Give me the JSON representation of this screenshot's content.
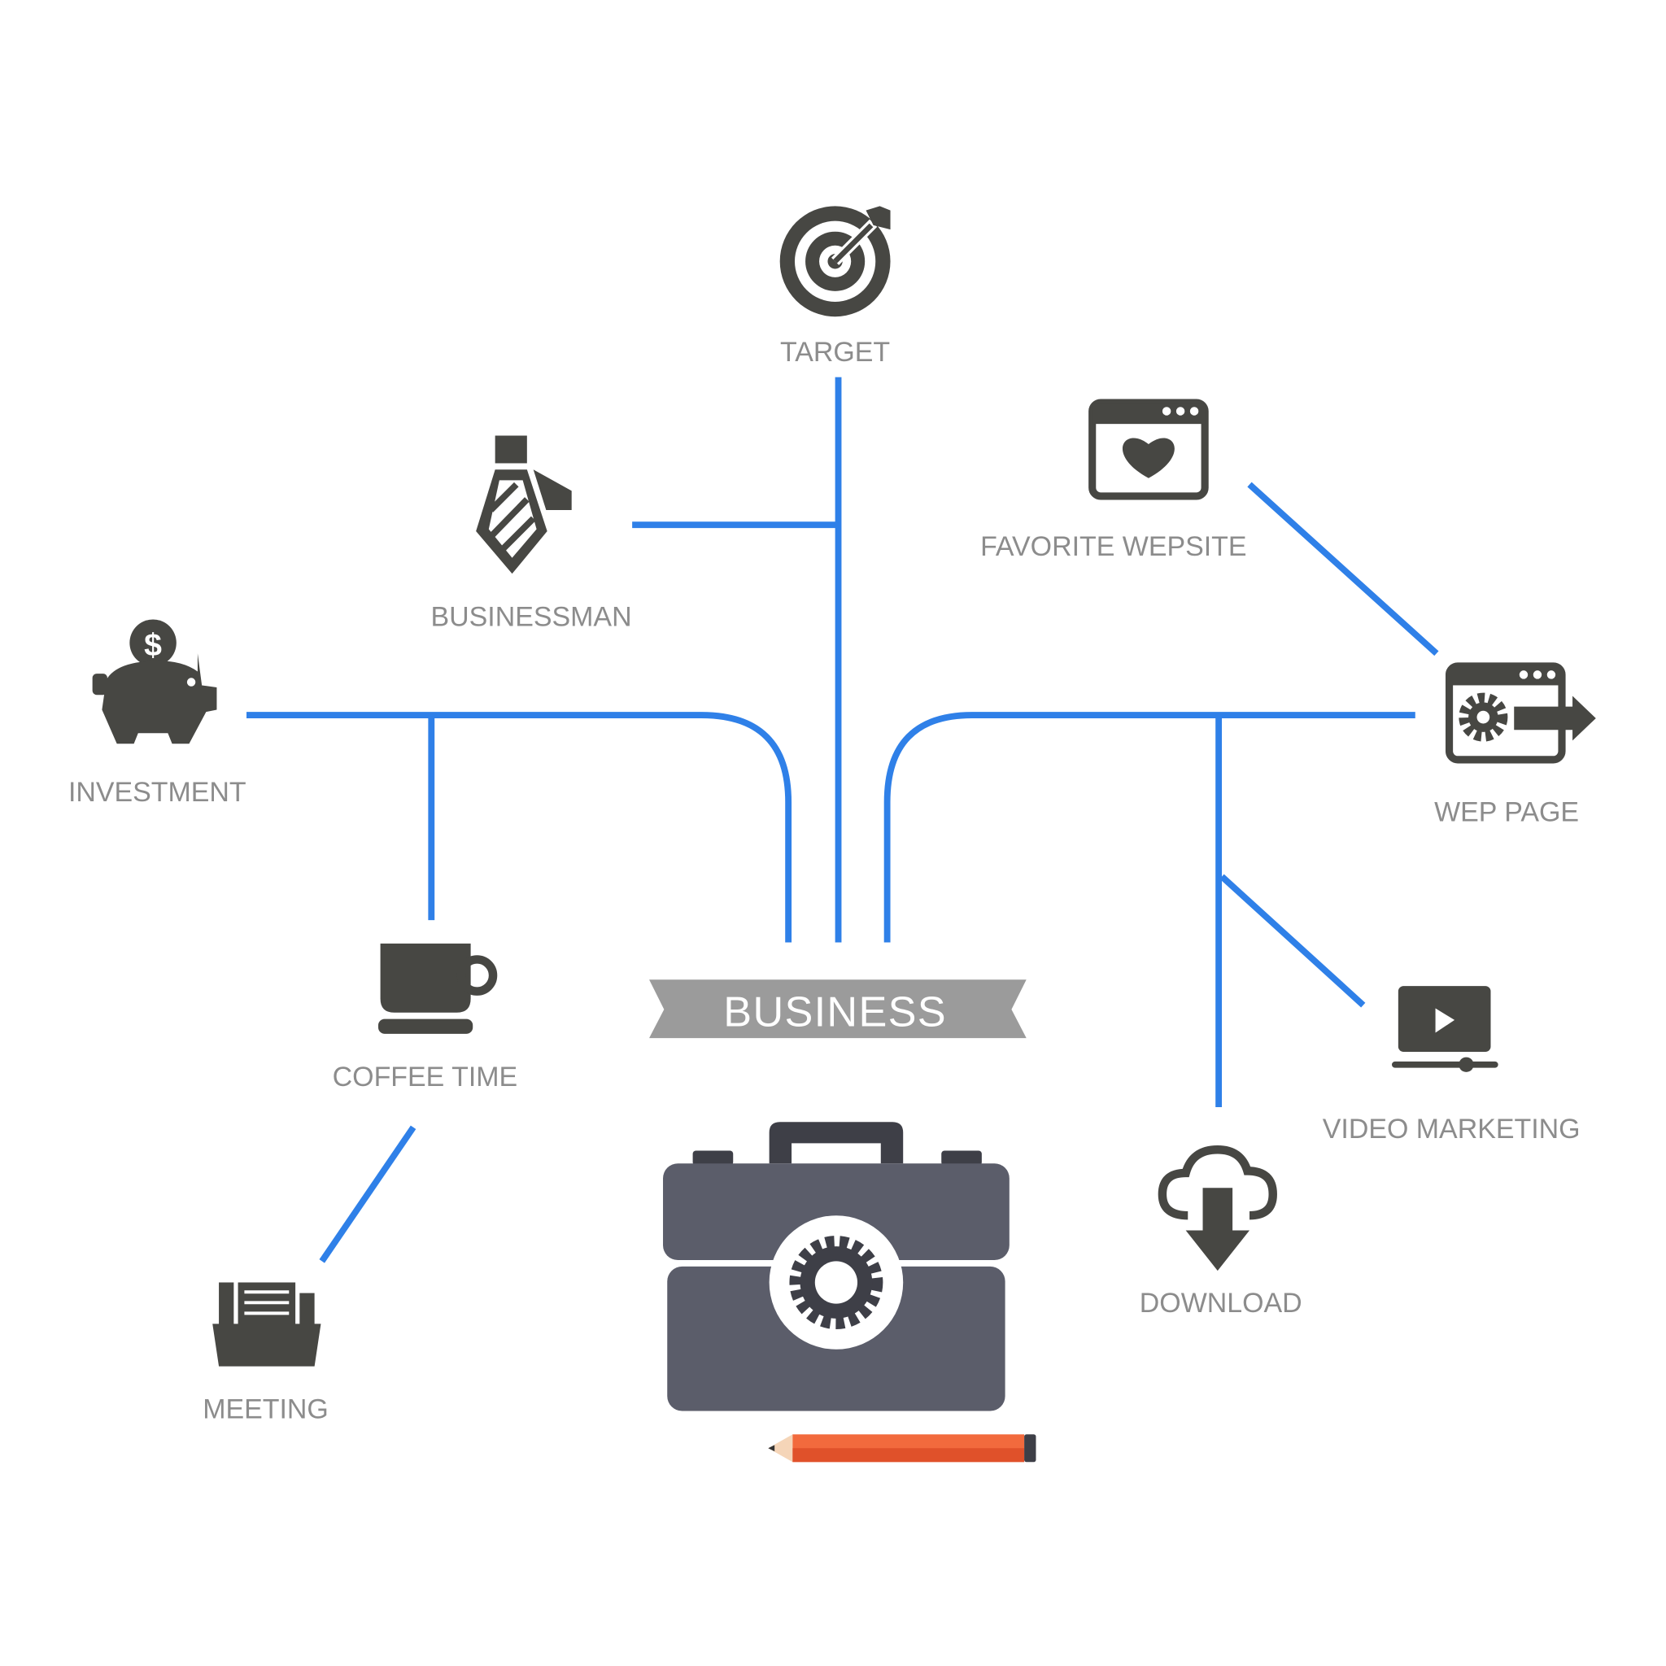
{
  "center": {
    "banner": "BUSINESS"
  },
  "nodes": {
    "target": "TARGET",
    "businessman": "BUSINESSMAN",
    "favorite_website": "FAVORITE WEPSITE",
    "investment": "INVESTMENT",
    "web_page": "WEP PAGE",
    "coffee_time": "COFFEE TIME",
    "video_marketing": "VIDEO MARKETING",
    "meeting": "MEETING",
    "download": "DOWNLOAD"
  },
  "colors": {
    "line": "#2f80e8",
    "icon": "#474743",
    "banner": "#9b9b9b",
    "briefcase": "#5b5d6a",
    "pencil": "#f26a3d"
  }
}
